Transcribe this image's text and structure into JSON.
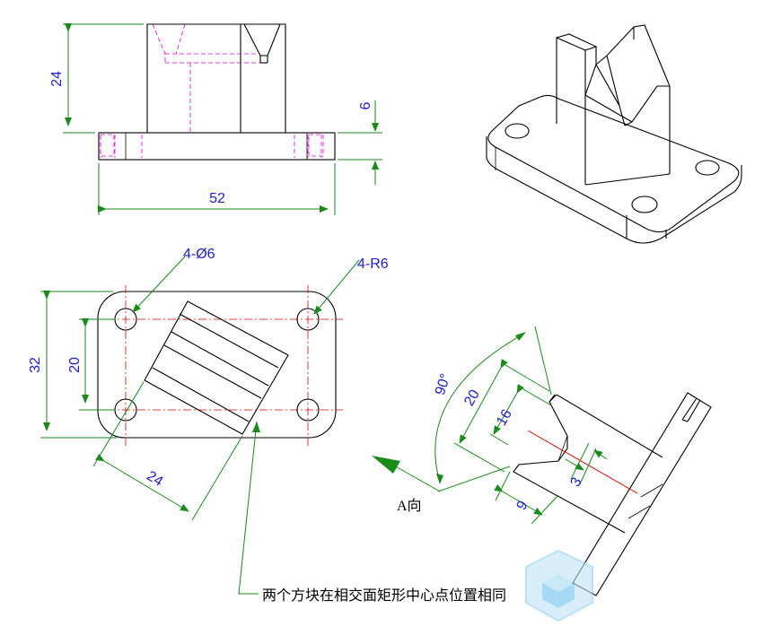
{
  "front_view": {
    "dim_height": "24",
    "dim_base": "6",
    "dim_width": "52"
  },
  "top_view": {
    "hole_label": "4-Ø6",
    "radius_label": "4-R6",
    "dim_depth": "32",
    "dim_hole_spacing": "20",
    "dim_block": "24"
  },
  "aux_view": {
    "angle": "90°",
    "dim_20": "20",
    "dim_16": "16",
    "dim_3": "3",
    "dim_9": "9",
    "direction_label": "A向"
  },
  "note": "两个方块在相交面矩形中心点位置相同"
}
